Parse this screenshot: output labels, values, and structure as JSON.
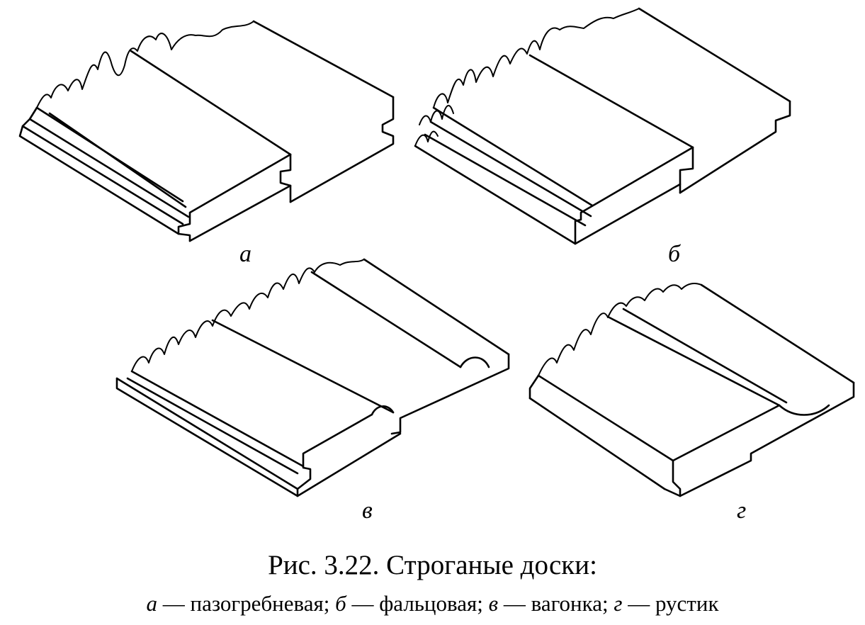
{
  "panels": {
    "a": {
      "letter": "а"
    },
    "b": {
      "letter": "б"
    },
    "v": {
      "letter": "в"
    },
    "g": {
      "letter": "г"
    }
  },
  "caption": {
    "title": "Рис. 3.22. Строганые доски:",
    "legend": [
      {
        "letter": "а",
        "text": "пазогребневая;"
      },
      {
        "letter": "б",
        "text": "фальцовая;"
      },
      {
        "letter": "в",
        "text": "вагонка;"
      },
      {
        "letter": "г",
        "text": "рустик"
      }
    ],
    "dash": "—"
  }
}
